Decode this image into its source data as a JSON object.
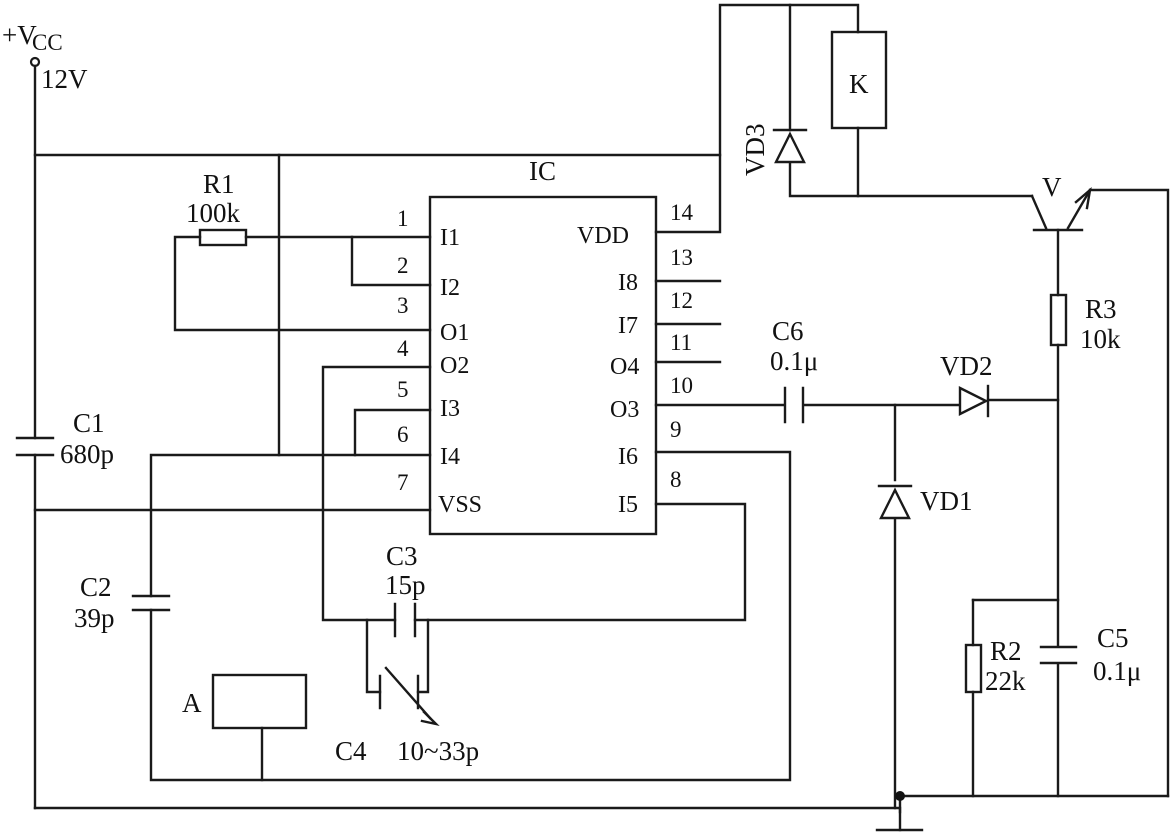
{
  "supply": {
    "label": "+V",
    "subscript": "CC",
    "voltage": "12V"
  },
  "ic": {
    "name": "IC",
    "left_pins": [
      {
        "num": "1",
        "name": "I1"
      },
      {
        "num": "2",
        "name": "I2"
      },
      {
        "num": "3",
        "name": "O1"
      },
      {
        "num": "4",
        "name": "O2"
      },
      {
        "num": "5",
        "name": "I3"
      },
      {
        "num": "6",
        "name": "I4"
      },
      {
        "num": "7",
        "name": "VSS"
      }
    ],
    "right_pins": [
      {
        "num": "14",
        "name": "VDD"
      },
      {
        "num": "13",
        "name": "I8"
      },
      {
        "num": "12",
        "name": "I7"
      },
      {
        "num": "11",
        "name": "O4"
      },
      {
        "num": "10",
        "name": "O3"
      },
      {
        "num": "9",
        "name": "I6"
      },
      {
        "num": "8",
        "name": "I5"
      }
    ]
  },
  "components": {
    "R1": {
      "name": "R1",
      "value": "100k"
    },
    "R2": {
      "name": "R2",
      "value": "22k"
    },
    "R3": {
      "name": "R3",
      "value": "10k"
    },
    "C1": {
      "name": "C1",
      "value": "680p"
    },
    "C2": {
      "name": "C2",
      "value": "39p"
    },
    "C3": {
      "name": "C3",
      "value": "15p"
    },
    "C4": {
      "name": "C4",
      "value": "10~33p"
    },
    "C5": {
      "name": "C5",
      "value": "0.1μ"
    },
    "C6": {
      "name": "C6",
      "value": "0.1μ"
    },
    "VD1": {
      "name": "VD1"
    },
    "VD2": {
      "name": "VD2"
    },
    "VD3": {
      "name": "VD3"
    },
    "K": {
      "name": "K"
    },
    "V": {
      "name": "V"
    },
    "A": {
      "name": "A"
    }
  }
}
